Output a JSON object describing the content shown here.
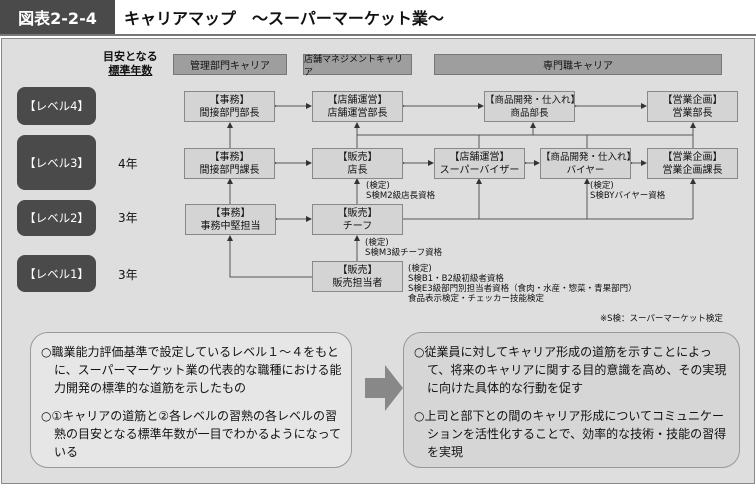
{
  "figure_label": "図表2-2-4",
  "title": "キャリアマップ　～スーパーマーケット業～",
  "years_header": [
    "目安となる",
    "標準年数"
  ],
  "career_tracks": [
    "管理部門キャリア",
    "店舗マネジメントキャリア",
    "専門職キャリア"
  ],
  "levels": [
    "【レベル4】",
    "【レベル3】",
    "【レベル2】",
    "【レベル1】"
  ],
  "years": [
    "4年",
    "3年",
    "3年"
  ],
  "positions": {
    "l4_admin": [
      "【事務】",
      "間接部門部長"
    ],
    "l4_store": [
      "【店舗運営】",
      "店舗運営部長"
    ],
    "l4_merch": [
      "【商品開発・仕入れ】",
      "商品部長"
    ],
    "l4_sales": [
      "【営業企画】",
      "営業部長"
    ],
    "l3_admin": [
      "【事務】",
      "間接部門課長"
    ],
    "l3_store": [
      "【販売】",
      "店長"
    ],
    "l3_sv": [
      "【店舗運営】",
      "スーパーバイザー"
    ],
    "l3_buyer": [
      "【商品開発・仕入れ】",
      "バイヤー"
    ],
    "l3_sales": [
      "【営業企画】",
      "営業企画課長"
    ],
    "l2_admin": [
      "【事務】",
      "事務中堅担当"
    ],
    "l2_chief": [
      "【販売】",
      "チーフ"
    ],
    "l1_sales": [
      "【販売】",
      "販売担当者"
    ]
  },
  "certifications": {
    "manager": [
      "(検定)",
      "S検M2級店長資格"
    ],
    "buyer": [
      "(検定)",
      "S検BYバイヤー資格"
    ],
    "chief": [
      "(検定)",
      "S検M3級チーフ資格"
    ],
    "entry": [
      "(検定)",
      "S検B1・B2級初級者資格",
      "S検E3級部門別担当者資格（食肉・水産・惣菜・青果部門）",
      "食品表示検定・チェッカー技能検定"
    ]
  },
  "footnote": "※S検：スーパーマーケット検定",
  "left_box": [
    "○職業能力評価基準で設定しているレベル１～４をもとに、スーパーマーケット業の代表的な職種における能力開発の標準的な道筋を示したもの",
    "○①キャリアの道筋と②各レベルの習熟の各レベルの習熟の目安となる標準年数が一目でわかるようになっている"
  ],
  "right_box": [
    "○従業員に対してキャリア形成の道筋を示すことによって、将来のキャリアに関する目的意識を高め、その実現に向けた具体的な行動を促す",
    "○上司と部下との間のキャリア形成についてコミュニケーションを活性化することで、効率的な技術・技能の習得を実現"
  ]
}
